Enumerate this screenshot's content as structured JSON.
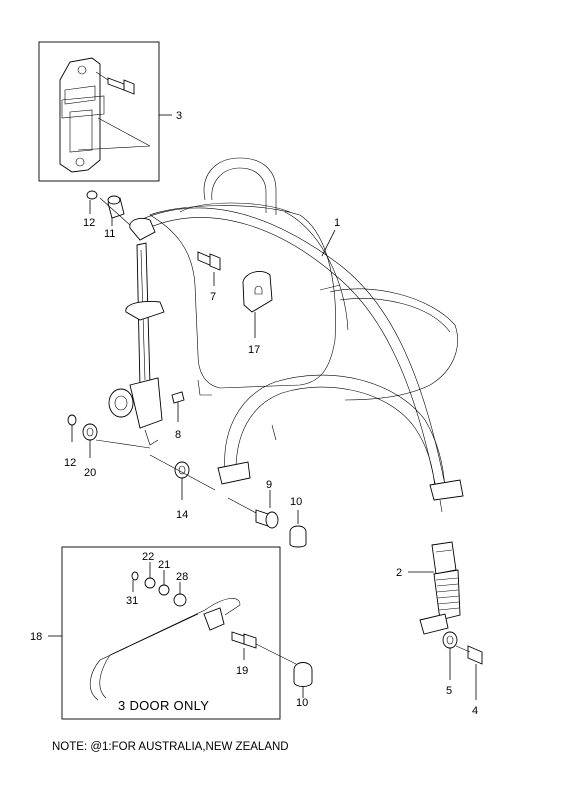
{
  "callouts": [
    {
      "id": "c1",
      "label": "1"
    },
    {
      "id": "c2",
      "label": "2"
    },
    {
      "id": "c3",
      "label": "3"
    },
    {
      "id": "c4",
      "label": "4"
    },
    {
      "id": "c5",
      "label": "5"
    },
    {
      "id": "c7",
      "label": "7"
    },
    {
      "id": "c8",
      "label": "8"
    },
    {
      "id": "c9",
      "label": "9"
    },
    {
      "id": "c10a",
      "label": "10"
    },
    {
      "id": "c10b",
      "label": "10"
    },
    {
      "id": "c11",
      "label": "11"
    },
    {
      "id": "c12a",
      "label": "12"
    },
    {
      "id": "c12b",
      "label": "12"
    },
    {
      "id": "c14",
      "label": "14"
    },
    {
      "id": "c17",
      "label": "17"
    },
    {
      "id": "c18",
      "label": "18"
    },
    {
      "id": "c19",
      "label": "19"
    },
    {
      "id": "c20",
      "label": "20"
    },
    {
      "id": "c21",
      "label": "21"
    },
    {
      "id": "c22",
      "label": "22"
    },
    {
      "id": "c28",
      "label": "28"
    },
    {
      "id": "c31",
      "label": "31"
    }
  ],
  "inset_caption": "3 DOOR ONLY",
  "note": "NOTE: @1:FOR AUSTRALIA,NEW ZEALAND"
}
